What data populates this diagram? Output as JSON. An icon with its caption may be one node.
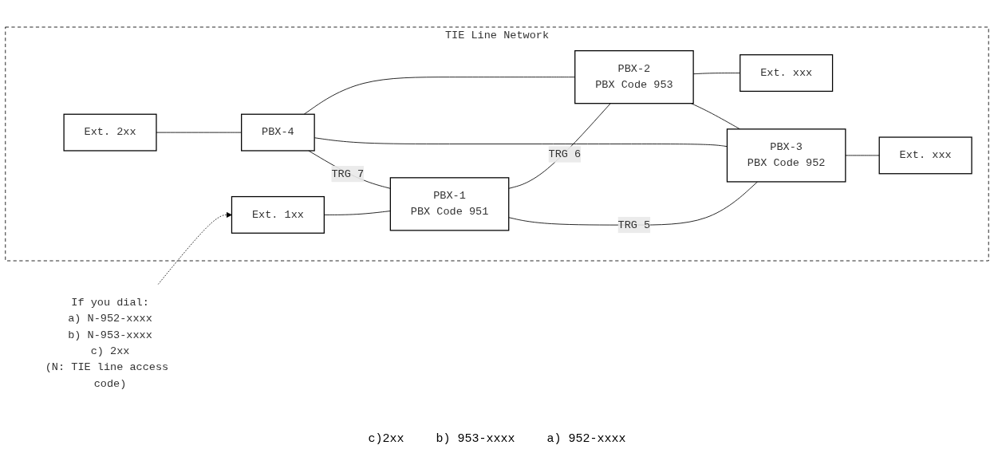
{
  "diagram": {
    "nodes": [
      {
        "text": [
          "TIE Line Network"
        ]
      },
      {
        "text": [
          "PBX-4"
        ],
        "in": 0
      },
      {
        "text": [
          "PBX-2",
          "PBX Code 953"
        ],
        "in": 0
      },
      {
        "text": [
          "Ext. 2xx"
        ],
        "in": 0
      },
      {
        "text": [
          "Ext. xxx"
        ],
        "in": 0
      },
      {
        "text": [
          "PBX-1",
          "PBX Code 951"
        ],
        "in": 0
      },
      {
        "text": [
          "PBX-3",
          "PBX Code 952"
        ],
        "in": 0
      },
      {
        "text": [
          "Ext. 1xx"
        ],
        "in": 0
      },
      {
        "text": [
          "Ext. xxx"
        ],
        "in": 0
      },
      {
        "text": [
          "If you dial:",
          "a) N-952-xxxx",
          "b) N-953-xxxx",
          "c) 2xx",
          "(N: TIE line access code)"
        ]
      }
    ],
    "edges": [
      {
        "from": 3,
        "to": 1,
        "arrow": "none"
      },
      {
        "from": 2,
        "to": 4,
        "arrow": "none"
      },
      {
        "from": 1,
        "to": 2,
        "arrow": "none"
      },
      {
        "from": 1,
        "to": 6,
        "arrow": "none"
      },
      {
        "from": 1,
        "to": 5,
        "arrow": "none",
        "label": "TRG 7"
      },
      {
        "from": 5,
        "to": 2,
        "arrow": "none",
        "label": "TRG 6"
      },
      {
        "from": 2,
        "to": 6,
        "arrow": "none"
      },
      {
        "from": 5,
        "to": 6,
        "arrow": "none",
        "label": "TRG 5"
      },
      {
        "from": 9,
        "to": 7,
        "arrow": "to",
        "style": "dashed"
      },
      {
        "from": 7,
        "to": 5,
        "arrow": "none"
      },
      {
        "from": 6,
        "to": 8,
        "arrow": "none"
      }
    ],
    "labels": [
      "c)2xx",
      "b) 953-xxxx",
      "a) 952-xxxx"
    ]
  }
}
